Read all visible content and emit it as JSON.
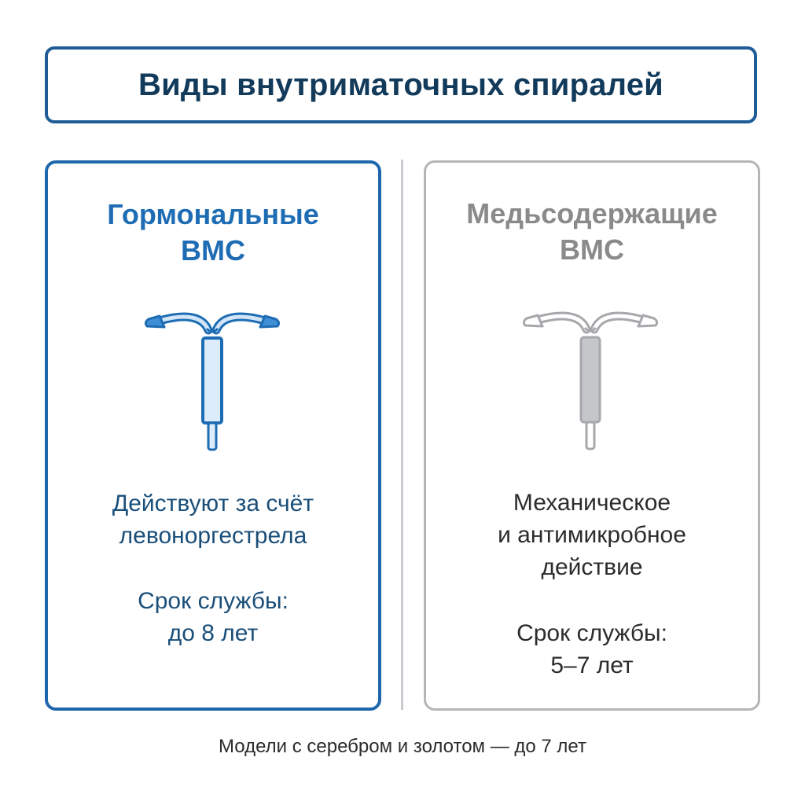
{
  "title": "Виды внутриматочных спиралей",
  "left_card": {
    "heading_line1": "Гормональные",
    "heading_line2": "ВМС",
    "mechanism_lines": [
      "Действуют за счёт",
      "левоноргестрела"
    ],
    "lifespan_lines": [
      "Срок службы:",
      "до 8 лет"
    ],
    "accent_color": "#1e6db4",
    "icon": "t-shaped-iud-icon"
  },
  "right_card": {
    "heading_line1": "Медьсодержащие",
    "heading_line2": "ВМС",
    "mechanism_lines": [
      "Механическое",
      "и антимикробное",
      "действие"
    ],
    "lifespan_lines": [
      "Срок службы:",
      "5–7 лет"
    ],
    "accent_color": "#8a8a8a",
    "icon": "t-shaped-iud-icon"
  },
  "footnote": "Модели с серебром и золотом — до 7 лет"
}
